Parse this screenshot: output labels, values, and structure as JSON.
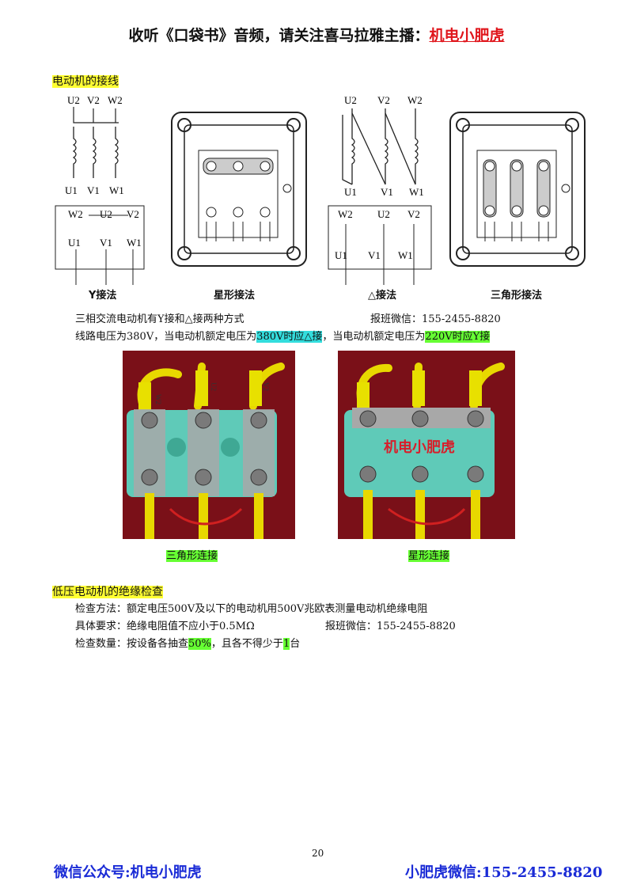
{
  "header": {
    "prefix": "收听《口袋书》音频，请关注喜马拉雅主播：",
    "link": "机电小肥虎"
  },
  "section1": {
    "title": "电动机的接线",
    "terminals": {
      "u1": "U1",
      "u2": "U2",
      "v1": "V1",
      "v2": "V2",
      "w1": "W1",
      "w2": "W2"
    },
    "labels": {
      "y_connection": "Y接法",
      "star_connection": "星形接法",
      "delta_connection": "△接法",
      "triangle_connection": "三角形接法"
    },
    "line1_text": "三相交流电动机有Y接和△接两种方式",
    "line1_contact": "报班微信：155-2455-8820",
    "line2_prefix": "线路电压为380V，当电动机额定电压为",
    "line2_hl1": "380V时应△接",
    "line2_mid": "，当电动机额定电压为",
    "line2_hl2": "220V时应Y接",
    "photo_left_caption": "三角形连接",
    "photo_right_caption": "星形连接",
    "photo_watermark": "机电小肥虎",
    "wire_labels": {
      "w2": "W2",
      "u2": "U2",
      "v2": "V2",
      "w1": "W1",
      "v1": "V1",
      "u1": "U1"
    }
  },
  "section2": {
    "title": "低压电动机的绝缘检查",
    "line1": "检查方法：额定电压500V及以下的电动机用500V兆欧表测量电动机绝缘电阻",
    "line2": "具体要求：绝缘电阻值不应小于0.5MΩ",
    "line2_contact": "报班微信：155-2455-8820",
    "line3_prefix": "检查数量：按设备各抽查",
    "line3_hl1": "50%",
    "line3_mid": "，且各不得少于",
    "line3_hl2": "1",
    "line3_suffix": "台"
  },
  "page_number": "20",
  "footer": {
    "left": "微信公众号:机电小肥虎",
    "right": "小肥虎微信:155-2455-8820"
  },
  "colors": {
    "footer_blue": "#1a2bd6",
    "link_red": "#e0161c",
    "highlight_yellow": "#ffff33",
    "highlight_cyan": "#33dddd",
    "highlight_green": "#66ff33"
  }
}
